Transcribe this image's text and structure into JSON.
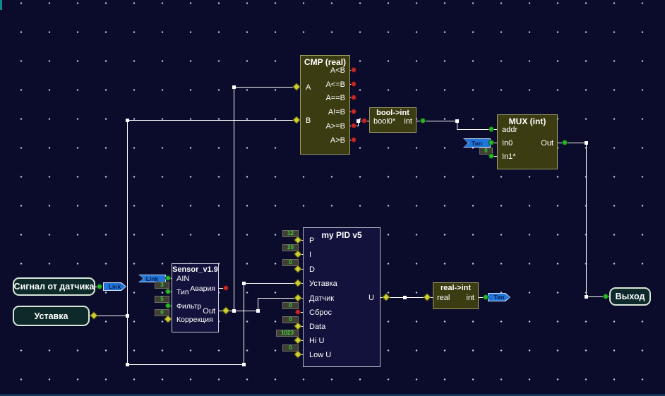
{
  "colors": {
    "canvas_bg": "#0b0b2b",
    "grid_dot": "#d7deee",
    "block_olive_bg": "#3c3c12",
    "block_olive_border": "#9c9c64",
    "block_navy_bg": "#12123c",
    "block_navy_border": "#b4b8c6",
    "terminal_bg": "#0d2929",
    "terminal_border": "#d8e6d8",
    "wire": "#ffffff",
    "pin_int_green": "#2cb42c",
    "pin_bool_red": "#c62828",
    "pin_real_yellow": "#ccce34",
    "flag_blue": "#1f76d8",
    "badge_value_green": "#3fd03f"
  },
  "flags": {
    "link": "Link",
    "tip": "Тип"
  },
  "terminals": {
    "signal": "Сигнал от датчика",
    "setpoint": "Уставка",
    "output": "Выход"
  },
  "blocks": {
    "cmp": {
      "title": "CMP (real)",
      "input_a": "A",
      "input_b": "B",
      "outputs": [
        "A<B",
        "A<=B",
        "A==B",
        "A!=B",
        "A>=B",
        "A>B"
      ]
    },
    "bool_to_int": {
      "title": "bool->int",
      "input": "bool0*",
      "output": "int"
    },
    "mux": {
      "title": "MUX (int)",
      "inputs": [
        "addr",
        "In0",
        "In1*"
      ],
      "in1_default": "0",
      "output": "Out"
    },
    "pid": {
      "title": "my PID v5",
      "rows": [
        {
          "label": "P",
          "value": "12"
        },
        {
          "label": "I",
          "value": "20"
        },
        {
          "label": "D",
          "value": "0"
        },
        {
          "label": "Уставка"
        },
        {
          "label": "Датчик"
        },
        {
          "label": "Сброс",
          "value": "0"
        },
        {
          "label": "Data",
          "value": "0"
        },
        {
          "label": "Hi U",
          "value": "1023"
        },
        {
          "label": "Low U",
          "value": "0"
        }
      ],
      "output": "U"
    },
    "sensor": {
      "title": "Sensor_v1.9",
      "rows": [
        {
          "label": "AIN"
        },
        {
          "label": "Тип",
          "value": "3"
        },
        {
          "label": "Фильтр",
          "value": "5"
        },
        {
          "label": "Коррекция",
          "value": "0"
        }
      ],
      "output_alarm": "Авария",
      "output": "Out"
    },
    "real_to_int": {
      "title": "real->int",
      "input": "real",
      "output": "int"
    }
  }
}
